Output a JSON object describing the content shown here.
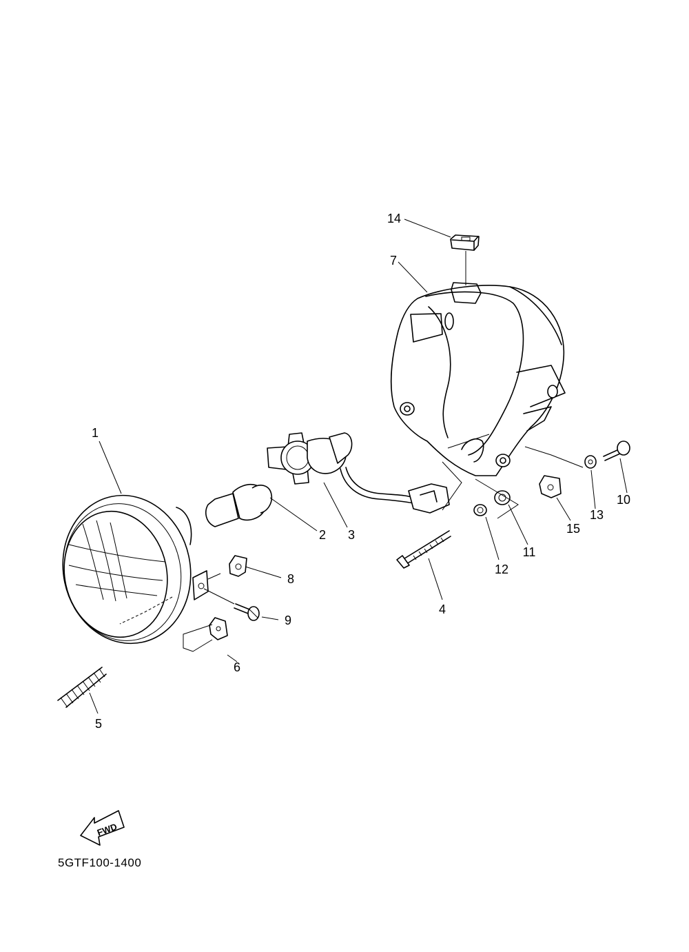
{
  "diagram_code": "5GTF100-1400",
  "fwd_label": "FWD",
  "callouts": [
    {
      "key": "1",
      "label": "1"
    },
    {
      "key": "2",
      "label": "2"
    },
    {
      "key": "3",
      "label": "3"
    },
    {
      "key": "4",
      "label": "4"
    },
    {
      "key": "5",
      "label": "5"
    },
    {
      "key": "6",
      "label": "6"
    },
    {
      "key": "7",
      "label": "7"
    },
    {
      "key": "8",
      "label": "8"
    },
    {
      "key": "9",
      "label": "9"
    },
    {
      "key": "10",
      "label": "10"
    },
    {
      "key": "11",
      "label": "11"
    },
    {
      "key": "12",
      "label": "12"
    },
    {
      "key": "13",
      "label": "13"
    },
    {
      "key": "14",
      "label": "14"
    },
    {
      "key": "15",
      "label": "15"
    }
  ]
}
